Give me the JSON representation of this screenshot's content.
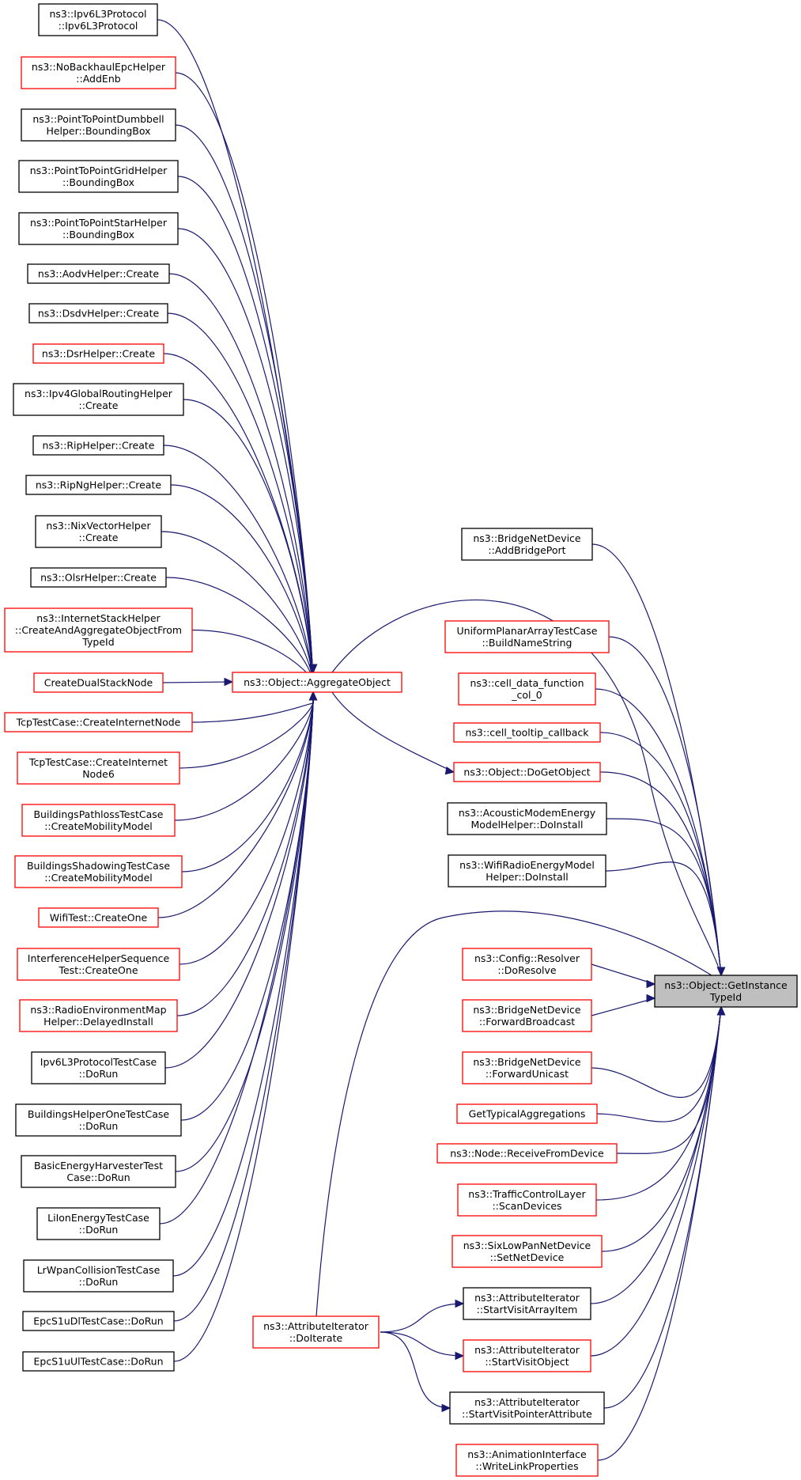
{
  "colors": {
    "edge": "#191970",
    "linked_border": "#000000",
    "external_border": "#ff0000",
    "focus_fill": "#bfbfbf"
  },
  "focus": {
    "id": "getinstancetypeid",
    "lines": [
      "ns3::Object::GetInstance",
      "TypeId"
    ]
  },
  "nodes": [
    {
      "id": "ipv6l3",
      "lines": [
        "ns3::Ipv6L3Protocol",
        "::Ipv6L3Protocol"
      ],
      "style": "black"
    },
    {
      "id": "nobackhaul",
      "lines": [
        "ns3::NoBackhaulEpcHelper",
        "::AddEnb"
      ],
      "style": "red"
    },
    {
      "id": "p2pdumbbell",
      "lines": [
        "ns3::PointToPointDumbbell",
        "Helper::BoundingBox"
      ],
      "style": "black"
    },
    {
      "id": "p2pgrid",
      "lines": [
        "ns3::PointToPointGridHelper",
        "::BoundingBox"
      ],
      "style": "black"
    },
    {
      "id": "p2pstar",
      "lines": [
        "ns3::PointToPointStarHelper",
        "::BoundingBox"
      ],
      "style": "black"
    },
    {
      "id": "aodv",
      "lines": [
        "ns3::AodvHelper::Create"
      ],
      "style": "black"
    },
    {
      "id": "dsdv",
      "lines": [
        "ns3::DsdvHelper::Create"
      ],
      "style": "black"
    },
    {
      "id": "dsr",
      "lines": [
        "ns3::DsrHelper::Create"
      ],
      "style": "red"
    },
    {
      "id": "ipv4global",
      "lines": [
        "ns3::Ipv4GlobalRoutingHelper",
        "::Create"
      ],
      "style": "black"
    },
    {
      "id": "rip",
      "lines": [
        "ns3::RipHelper::Create"
      ],
      "style": "black"
    },
    {
      "id": "ripng",
      "lines": [
        "ns3::RipNgHelper::Create"
      ],
      "style": "black"
    },
    {
      "id": "nixvector",
      "lines": [
        "ns3::NixVectorHelper",
        "::Create"
      ],
      "style": "black"
    },
    {
      "id": "olsr",
      "lines": [
        "ns3::OlsrHelper::Create"
      ],
      "style": "black"
    },
    {
      "id": "internetstack",
      "lines": [
        "ns3::InternetStackHelper",
        "::CreateAndAggregateObjectFrom",
        "TypeId"
      ],
      "style": "red"
    },
    {
      "id": "dualstack",
      "lines": [
        "CreateDualStackNode"
      ],
      "style": "red"
    },
    {
      "id": "tcpinternet",
      "lines": [
        "TcpTestCase::CreateInternetNode"
      ],
      "style": "red"
    },
    {
      "id": "tcpinternet6",
      "lines": [
        "TcpTestCase::CreateInternet",
        "Node6"
      ],
      "style": "red"
    },
    {
      "id": "bldpathloss",
      "lines": [
        "BuildingsPathlossTestCase",
        "::CreateMobilityModel"
      ],
      "style": "red"
    },
    {
      "id": "bldshadow",
      "lines": [
        "BuildingsShadowingTestCase",
        "::CreateMobilityModel"
      ],
      "style": "red"
    },
    {
      "id": "wifitest",
      "lines": [
        "WifiTest::CreateOne"
      ],
      "style": "red"
    },
    {
      "id": "interference",
      "lines": [
        "InterferenceHelperSequence",
        "Test::CreateOne"
      ],
      "style": "red"
    },
    {
      "id": "radioenv",
      "lines": [
        "ns3::RadioEnvironmentMap",
        "Helper::DelayedInstall"
      ],
      "style": "red"
    },
    {
      "id": "ipv6l3test",
      "lines": [
        "Ipv6L3ProtocolTestCase",
        "::DoRun"
      ],
      "style": "black"
    },
    {
      "id": "bldhelper",
      "lines": [
        "BuildingsHelperOneTestCase",
        "::DoRun"
      ],
      "style": "black"
    },
    {
      "id": "basicenergy",
      "lines": [
        "BasicEnergyHarvesterTest",
        "Case::DoRun"
      ],
      "style": "black"
    },
    {
      "id": "liion",
      "lines": [
        "LiIonEnergyTestCase",
        "::DoRun"
      ],
      "style": "black"
    },
    {
      "id": "lrwpan",
      "lines": [
        "LrWpanCollisionTestCase",
        "::DoRun"
      ],
      "style": "black"
    },
    {
      "id": "epcdl",
      "lines": [
        "EpcS1uDlTestCase::DoRun"
      ],
      "style": "black"
    },
    {
      "id": "epcul",
      "lines": [
        "EpcS1uUlTestCase::DoRun"
      ],
      "style": "black"
    },
    {
      "id": "aggregate",
      "lines": [
        "ns3::Object::AggregateObject"
      ],
      "style": "red"
    },
    {
      "id": "attriterate",
      "lines": [
        "ns3::AttributeIterator",
        "::DoIterate"
      ],
      "style": "red"
    },
    {
      "id": "addbridgeport",
      "lines": [
        "ns3::BridgeNetDevice",
        "::AddBridgePort"
      ],
      "style": "black"
    },
    {
      "id": "uniformplanar",
      "lines": [
        "UniformPlanarArrayTestCase",
        "::BuildNameString"
      ],
      "style": "red"
    },
    {
      "id": "celldata",
      "lines": [
        "ns3::cell_data_function",
        "_col_0"
      ],
      "style": "red"
    },
    {
      "id": "celltooltip",
      "lines": [
        "ns3::cell_tooltip_callback"
      ],
      "style": "red"
    },
    {
      "id": "dogetobject",
      "lines": [
        "ns3::Object::DoGetObject"
      ],
      "style": "red"
    },
    {
      "id": "acoustic",
      "lines": [
        "ns3::AcousticModemEnergy",
        "ModelHelper::DoInstall"
      ],
      "style": "black"
    },
    {
      "id": "wifiradio",
      "lines": [
        "ns3::WifiRadioEnergyModel",
        "Helper::DoInstall"
      ],
      "style": "black"
    },
    {
      "id": "configresolver",
      "lines": [
        "ns3::Config::Resolver",
        "::DoResolve"
      ],
      "style": "red"
    },
    {
      "id": "fwdbroadcast",
      "lines": [
        "ns3::BridgeNetDevice",
        "::ForwardBroadcast"
      ],
      "style": "red"
    },
    {
      "id": "fwdunicast",
      "lines": [
        "ns3::BridgeNetDevice",
        "::ForwardUnicast"
      ],
      "style": "red"
    },
    {
      "id": "gettypical",
      "lines": [
        "GetTypicalAggregations"
      ],
      "style": "red"
    },
    {
      "id": "receivefrom",
      "lines": [
        "ns3::Node::ReceiveFromDevice"
      ],
      "style": "red"
    },
    {
      "id": "trafficctrl",
      "lines": [
        "ns3::TrafficControlLayer",
        "::ScanDevices"
      ],
      "style": "red"
    },
    {
      "id": "sixlowpan",
      "lines": [
        "ns3::SixLowPanNetDevice",
        "::SetNetDevice"
      ],
      "style": "red"
    },
    {
      "id": "visitarray",
      "lines": [
        "ns3::AttributeIterator",
        "::StartVisitArrayItem"
      ],
      "style": "black"
    },
    {
      "id": "visitobject",
      "lines": [
        "ns3::AttributeIterator",
        "::StartVisitObject"
      ],
      "style": "red"
    },
    {
      "id": "visitpointer",
      "lines": [
        "ns3::AttributeIterator",
        "::StartVisitPointerAttribute"
      ],
      "style": "black"
    },
    {
      "id": "animlink",
      "lines": [
        "ns3::AnimationInterface",
        "::WriteLinkProperties"
      ],
      "style": "red"
    }
  ],
  "edges": [
    {
      "from": "ipv6l3",
      "to": "aggregate"
    },
    {
      "from": "nobackhaul",
      "to": "aggregate"
    },
    {
      "from": "p2pdumbbell",
      "to": "aggregate"
    },
    {
      "from": "p2pgrid",
      "to": "aggregate"
    },
    {
      "from": "p2pstar",
      "to": "aggregate"
    },
    {
      "from": "aodv",
      "to": "aggregate"
    },
    {
      "from": "dsdv",
      "to": "aggregate"
    },
    {
      "from": "dsr",
      "to": "aggregate"
    },
    {
      "from": "ipv4global",
      "to": "aggregate"
    },
    {
      "from": "rip",
      "to": "aggregate"
    },
    {
      "from": "ripng",
      "to": "aggregate"
    },
    {
      "from": "nixvector",
      "to": "aggregate"
    },
    {
      "from": "olsr",
      "to": "aggregate"
    },
    {
      "from": "internetstack",
      "to": "aggregate"
    },
    {
      "from": "dualstack",
      "to": "aggregate"
    },
    {
      "from": "tcpinternet",
      "to": "aggregate"
    },
    {
      "from": "tcpinternet6",
      "to": "aggregate"
    },
    {
      "from": "bldpathloss",
      "to": "aggregate"
    },
    {
      "from": "bldshadow",
      "to": "aggregate"
    },
    {
      "from": "wifitest",
      "to": "aggregate"
    },
    {
      "from": "interference",
      "to": "aggregate"
    },
    {
      "from": "radioenv",
      "to": "aggregate"
    },
    {
      "from": "ipv6l3test",
      "to": "aggregate"
    },
    {
      "from": "bldhelper",
      "to": "aggregate"
    },
    {
      "from": "basicenergy",
      "to": "aggregate"
    },
    {
      "from": "liion",
      "to": "aggregate"
    },
    {
      "from": "lrwpan",
      "to": "aggregate"
    },
    {
      "from": "epcdl",
      "to": "aggregate"
    },
    {
      "from": "epcul",
      "to": "aggregate"
    },
    {
      "from": "aggregate",
      "to": "getinstancetypeid"
    },
    {
      "from": "aggregate",
      "to": "dogetobject"
    },
    {
      "from": "attriterate",
      "to": "getinstancetypeid"
    },
    {
      "from": "attriterate",
      "to": "visitarray"
    },
    {
      "from": "attriterate",
      "to": "visitobject"
    },
    {
      "from": "attriterate",
      "to": "visitpointer"
    },
    {
      "from": "addbridgeport",
      "to": "getinstancetypeid"
    },
    {
      "from": "uniformplanar",
      "to": "getinstancetypeid"
    },
    {
      "from": "celldata",
      "to": "getinstancetypeid"
    },
    {
      "from": "celltooltip",
      "to": "getinstancetypeid"
    },
    {
      "from": "dogetobject",
      "to": "getinstancetypeid"
    },
    {
      "from": "acoustic",
      "to": "getinstancetypeid"
    },
    {
      "from": "wifiradio",
      "to": "getinstancetypeid"
    },
    {
      "from": "configresolver",
      "to": "getinstancetypeid"
    },
    {
      "from": "fwdbroadcast",
      "to": "getinstancetypeid"
    },
    {
      "from": "fwdunicast",
      "to": "getinstancetypeid"
    },
    {
      "from": "gettypical",
      "to": "getinstancetypeid"
    },
    {
      "from": "receivefrom",
      "to": "getinstancetypeid"
    },
    {
      "from": "trafficctrl",
      "to": "getinstancetypeid"
    },
    {
      "from": "sixlowpan",
      "to": "getinstancetypeid"
    },
    {
      "from": "visitarray",
      "to": "getinstancetypeid"
    },
    {
      "from": "visitobject",
      "to": "getinstancetypeid"
    },
    {
      "from": "visitpointer",
      "to": "getinstancetypeid"
    },
    {
      "from": "animlink",
      "to": "getinstancetypeid"
    }
  ]
}
